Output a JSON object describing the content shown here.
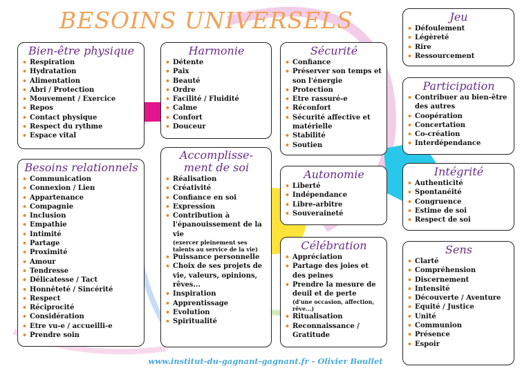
{
  "title": "BESOINS UNIVERSELS",
  "footer": "www.institut-du-gagnant-gagnant.fr - Olivier Boullet",
  "colors": {
    "title": "#f2a154",
    "heading": "#6a2a8c",
    "bullet": "#e8861e",
    "footer": "#4aa8dd"
  },
  "cards": {
    "bien_etre": {
      "heading": "Bien-être physique",
      "items": [
        "Respiration",
        "Hydratation",
        "Alimentation",
        "Abri / Protection",
        "Mouvement / Exercice",
        "Repos",
        "Contact physique",
        "Respect du rythme",
        "Espace vital"
      ]
    },
    "harmonie": {
      "heading": "Harmonie",
      "items": [
        "Détente",
        "Paix",
        "Beauté",
        "Ordre",
        "Facilité / Fluidité",
        "Calme",
        "Confort",
        "Douceur"
      ]
    },
    "securite": {
      "heading": "Sécurité",
      "items": [
        "Confiance",
        "Préserver son temps et son l'énergie",
        "Protection",
        "Etre rassuré-e",
        "Réconfort",
        "Sécurité affective et matérielle",
        "Stabilité",
        "Soutien"
      ]
    },
    "jeu": {
      "heading": "Jeu",
      "items": [
        "Défoulement",
        "Légèreté",
        "Rire",
        "Ressourcement"
      ]
    },
    "participation": {
      "heading": "Participation",
      "items": [
        "Contribuer au bien-être des autres",
        "Coopération",
        "Concertation",
        "Co-création",
        "Interdépendance"
      ]
    },
    "relationnels": {
      "heading": "Besoins relationnels",
      "items": [
        "Communication",
        "Connexion / Lien",
        "Appartenance",
        "Compagnie",
        "Inclusion",
        "Empathie",
        "Intimité",
        "Partage",
        "Proximité",
        "Amour",
        "Tendresse",
        "Délicatesse / Tact",
        "Honnêteté / Sincérité",
        "Respect",
        "Réciprocité",
        "Considération",
        "Etre vu-e / accueilli-e",
        "Prendre soin"
      ]
    },
    "accomplissement": {
      "heading_line1": "Accomplisse-",
      "heading_line2": "ment de soi",
      "items": [
        "Réalisation",
        "Créativité",
        "Confiance en soi",
        "Expression",
        "Contribution à l'épanouissement de la vie"
      ],
      "small_note": "(exercer pleinement ses talents au service de la vie)",
      "items2": [
        "Puissance personnelle",
        "Choix de ses projets de vie, valeurs, opinions, rêves...",
        "Inspiration",
        "Apprentissage",
        "Evolution",
        "Spiritualité"
      ]
    },
    "autonomie": {
      "heading": "Autonomie",
      "items": [
        "Liberté",
        "Indépendance",
        "Libre-arbitre",
        "Souveraineté"
      ]
    },
    "integrite": {
      "heading": "Intégrité",
      "items": [
        "Authenticité",
        "Spontanéité",
        "Congruence",
        "Estime de soi",
        "Respect de soi"
      ]
    },
    "celebration": {
      "heading": "Célébration",
      "items": [
        "Appréciation",
        "Partage des joies et des peines",
        "Prendre la mesure de deuil et de perte"
      ],
      "small_note": "(d'une occasion, affection, rêve...)",
      "items2": [
        "Ritualisation",
        "Reconnaissance / Gratitude"
      ]
    },
    "sens": {
      "heading": "Sens",
      "items": [
        "Clarté",
        "Compréhension",
        "Discernement",
        "Intensité",
        "Découverte / Aventure",
        "Equité / Justice",
        "Unité",
        "Communion",
        "Présence",
        "Espoir"
      ]
    }
  }
}
